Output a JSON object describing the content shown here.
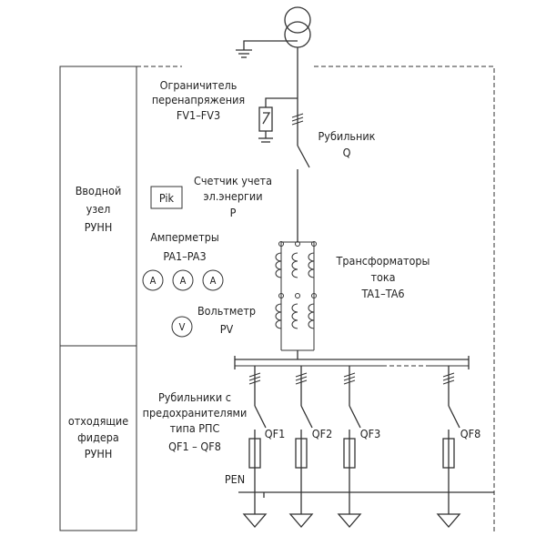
{
  "labels": {
    "vvodnoi": [
      "Вводной",
      "узел",
      "РУНН"
    ],
    "otkhod": [
      "отходящие",
      "фидера",
      "РУНН"
    ],
    "limiter": [
      "Ограничитель",
      "перенапряжения",
      "FV1–FV3"
    ],
    "switch_q": [
      "Рубильник",
      "Q"
    ],
    "meter": [
      "Счетчик учета",
      "эл.энергии",
      "P"
    ],
    "meter_box": "Pik",
    "ammeters": [
      "Амперметры",
      "PA1–PA3"
    ],
    "ammeter_symbol": "A",
    "ct": [
      "Трансформаторы",
      "тока",
      "TA1–TA6"
    ],
    "voltmeter": [
      "Вольтметр",
      "PV"
    ],
    "voltmeter_symbol": "V",
    "fuse_switches": [
      "Рубильники с",
      "предохранителями",
      "типа РПС",
      "QF1 – QF8"
    ],
    "feeders": [
      "QF1",
      "QF2",
      "QF3",
      "QF8"
    ],
    "pen": "PEN"
  }
}
